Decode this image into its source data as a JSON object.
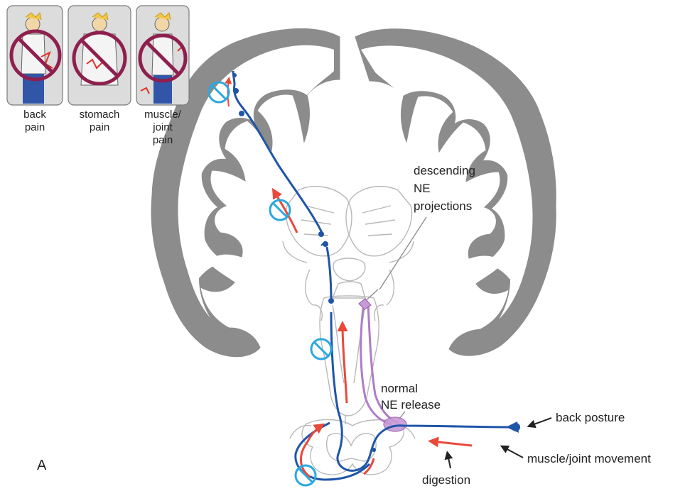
{
  "panels": [
    {
      "id": "back",
      "lines": [
        "back",
        "pain"
      ]
    },
    {
      "id": "stomach",
      "lines": [
        "stomach",
        "pain"
      ]
    },
    {
      "id": "muscle",
      "lines": [
        "muscle/",
        "joint",
        "pain"
      ]
    }
  ],
  "labels": {
    "descending": [
      "descending",
      "NE",
      "projections"
    ],
    "normal": [
      "normal",
      "NE release"
    ],
    "back_posture": "back posture",
    "muscle_joint": "muscle/joint movement",
    "digestion": "digestion",
    "panel_letter": "A"
  },
  "colors": {
    "cortex": "#8c8c8c",
    "neuron": "#1f55a8",
    "arrow": "#e8493a",
    "ne": "#b07cc6",
    "block": "#2aa8e0",
    "prohibit": "#8e1f4e",
    "outline": "#b8b8b8"
  }
}
